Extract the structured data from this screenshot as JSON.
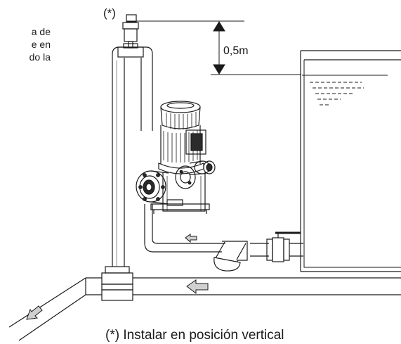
{
  "side_text": [
    "a de",
    "e en",
    "do la"
  ],
  "labels": {
    "vertical_mark": "(*)",
    "height_dimension": "0,5m",
    "caption": "(*) Instalar en posición vertical"
  },
  "colors": {
    "line": "#1a1a1a",
    "background": "#ffffff",
    "arrow_fill": "#d0d0d0",
    "pump_dark": "#2b2b2b"
  },
  "icons": {
    "flow_arrow": "left-arrow-icon",
    "outlet_arrow": "down-left-arrow-icon"
  }
}
